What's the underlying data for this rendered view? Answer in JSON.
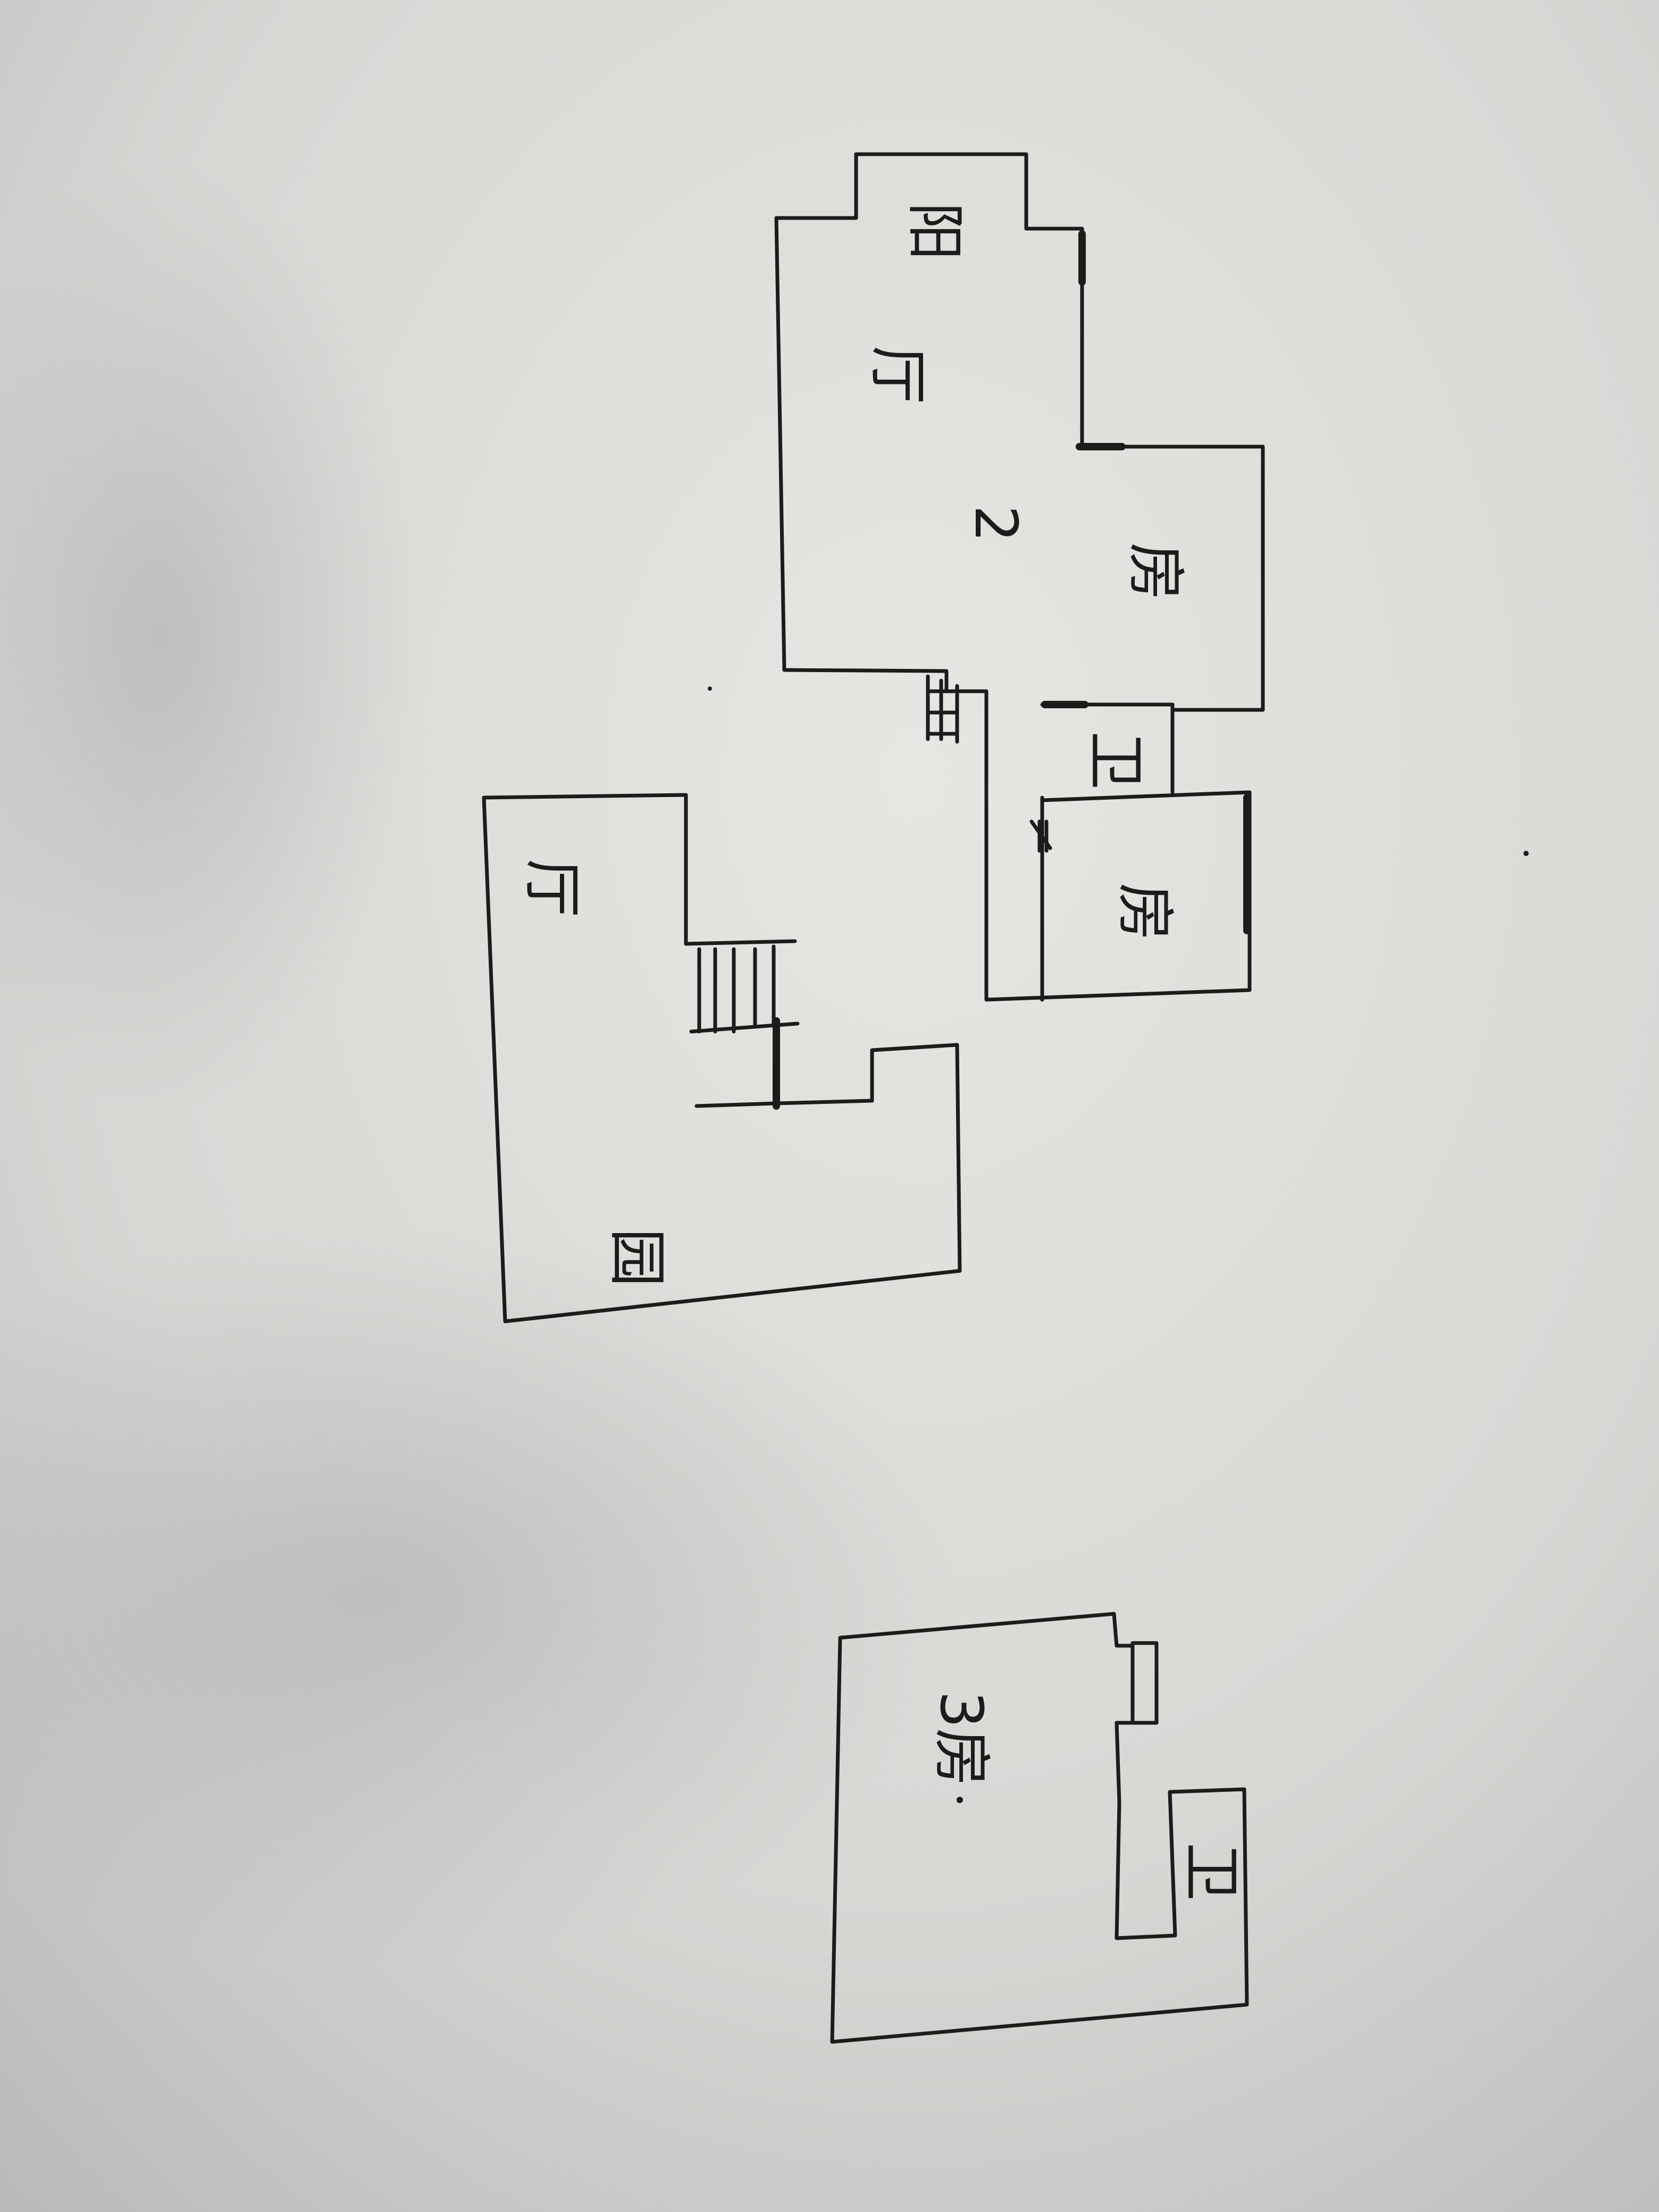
{
  "photo": {
    "subject": "hand-drawn floor plan sketch on paper",
    "paper_color": "#d6d6d3",
    "ink_color": "#1c1c1c"
  },
  "plans": {
    "upper": {
      "rooms": {
        "balcony": "阳",
        "hall": "厅",
        "level_number": "2",
        "bedroom_a": "房",
        "bathroom": "卫",
        "bedroom_b": "房",
        "closet": "柜"
      }
    },
    "lower": {
      "rooms": {
        "hall": "厅",
        "courtyard": "园"
      }
    },
    "third": {
      "rooms": {
        "loft": "3房",
        "bathroom": "卫"
      }
    }
  }
}
